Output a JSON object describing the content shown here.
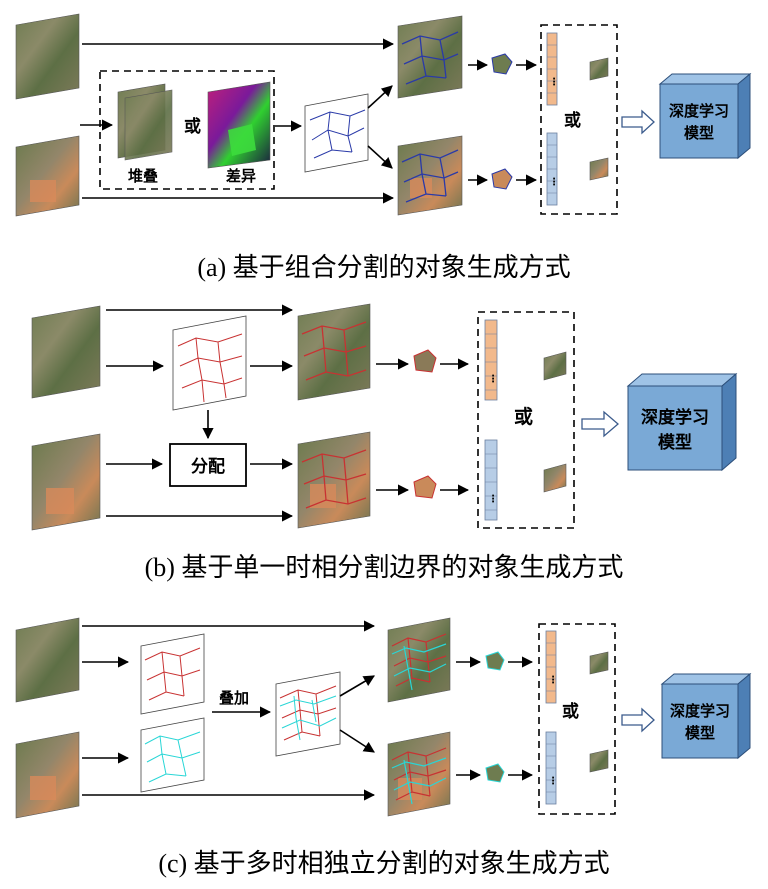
{
  "panel_a": {
    "caption": "(a)  基于组合分割的对象生成方式",
    "stack_label": "堆叠",
    "or_label": "或",
    "diff_label": "差异",
    "vector_or_label": "或",
    "model_line1": "深度学习",
    "model_line2": "模型"
  },
  "panel_b": {
    "caption": "(b)  基于单一时相分割边界的对象生成方式",
    "assign_label": "分配",
    "vector_or_label": "或",
    "model_line1": "深度学习",
    "model_line2": "模型"
  },
  "panel_c": {
    "caption": "(c)  基于多时相独立分割的对象生成方式",
    "overlay_label": "叠加",
    "vector_or_label": "或",
    "model_line1": "深度学习",
    "model_line2": "模型"
  },
  "colors": {
    "vector_orange": "#f2b98c",
    "vector_blue": "#b7cde6",
    "model_box": "#7aa9d6",
    "seg_blue": "#2a3aa8",
    "seg_red": "#c83232",
    "seg_cyan": "#29d6d6"
  }
}
